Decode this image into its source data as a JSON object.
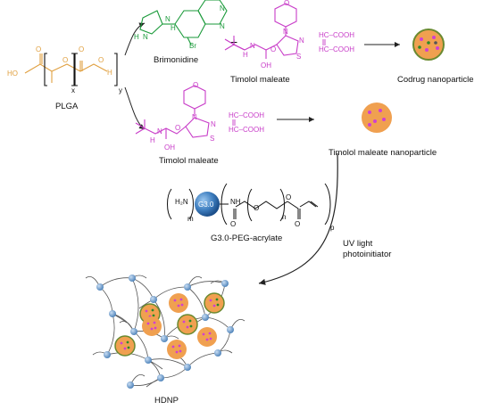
{
  "labels": {
    "plga": "PLGA",
    "brimonidine": "Brimonidine",
    "timolol_maleate_top": "Timolol maleate",
    "codrug_nanoparticle": "Codrug nanoparticle",
    "timolol_maleate_mid": "Timolol maleate",
    "timolol_maleate_nanoparticle": "Timolol maleate nanoparticle",
    "g30_peg_acrylate": "G3.0-PEG-acrylate",
    "uv_light": "UV light",
    "photoinitiator": "photoinitiator",
    "hdnp": "HDNP"
  },
  "chem_text": {
    "ho": "HO",
    "h": "H",
    "o": "O",
    "x": "x",
    "y": "y",
    "n": "n",
    "nh": "NH",
    "hn": "H",
    "br": "Br",
    "oh": "OH",
    "s": "S",
    "plus": "+",
    "hc_cooh": "HC–COOH",
    "hc_cooh2": "HC–COOH",
    "h2n": "H₂N",
    "m": "m",
    "g30": "G3.0",
    "p": "p"
  },
  "colors": {
    "plga": "#e0a040",
    "brimonidine": "#1a9a3a",
    "timolol": "#c83cc8",
    "nanoparticle_fill": "#f0a050",
    "dendrimer": "#3f7fc0"
  }
}
